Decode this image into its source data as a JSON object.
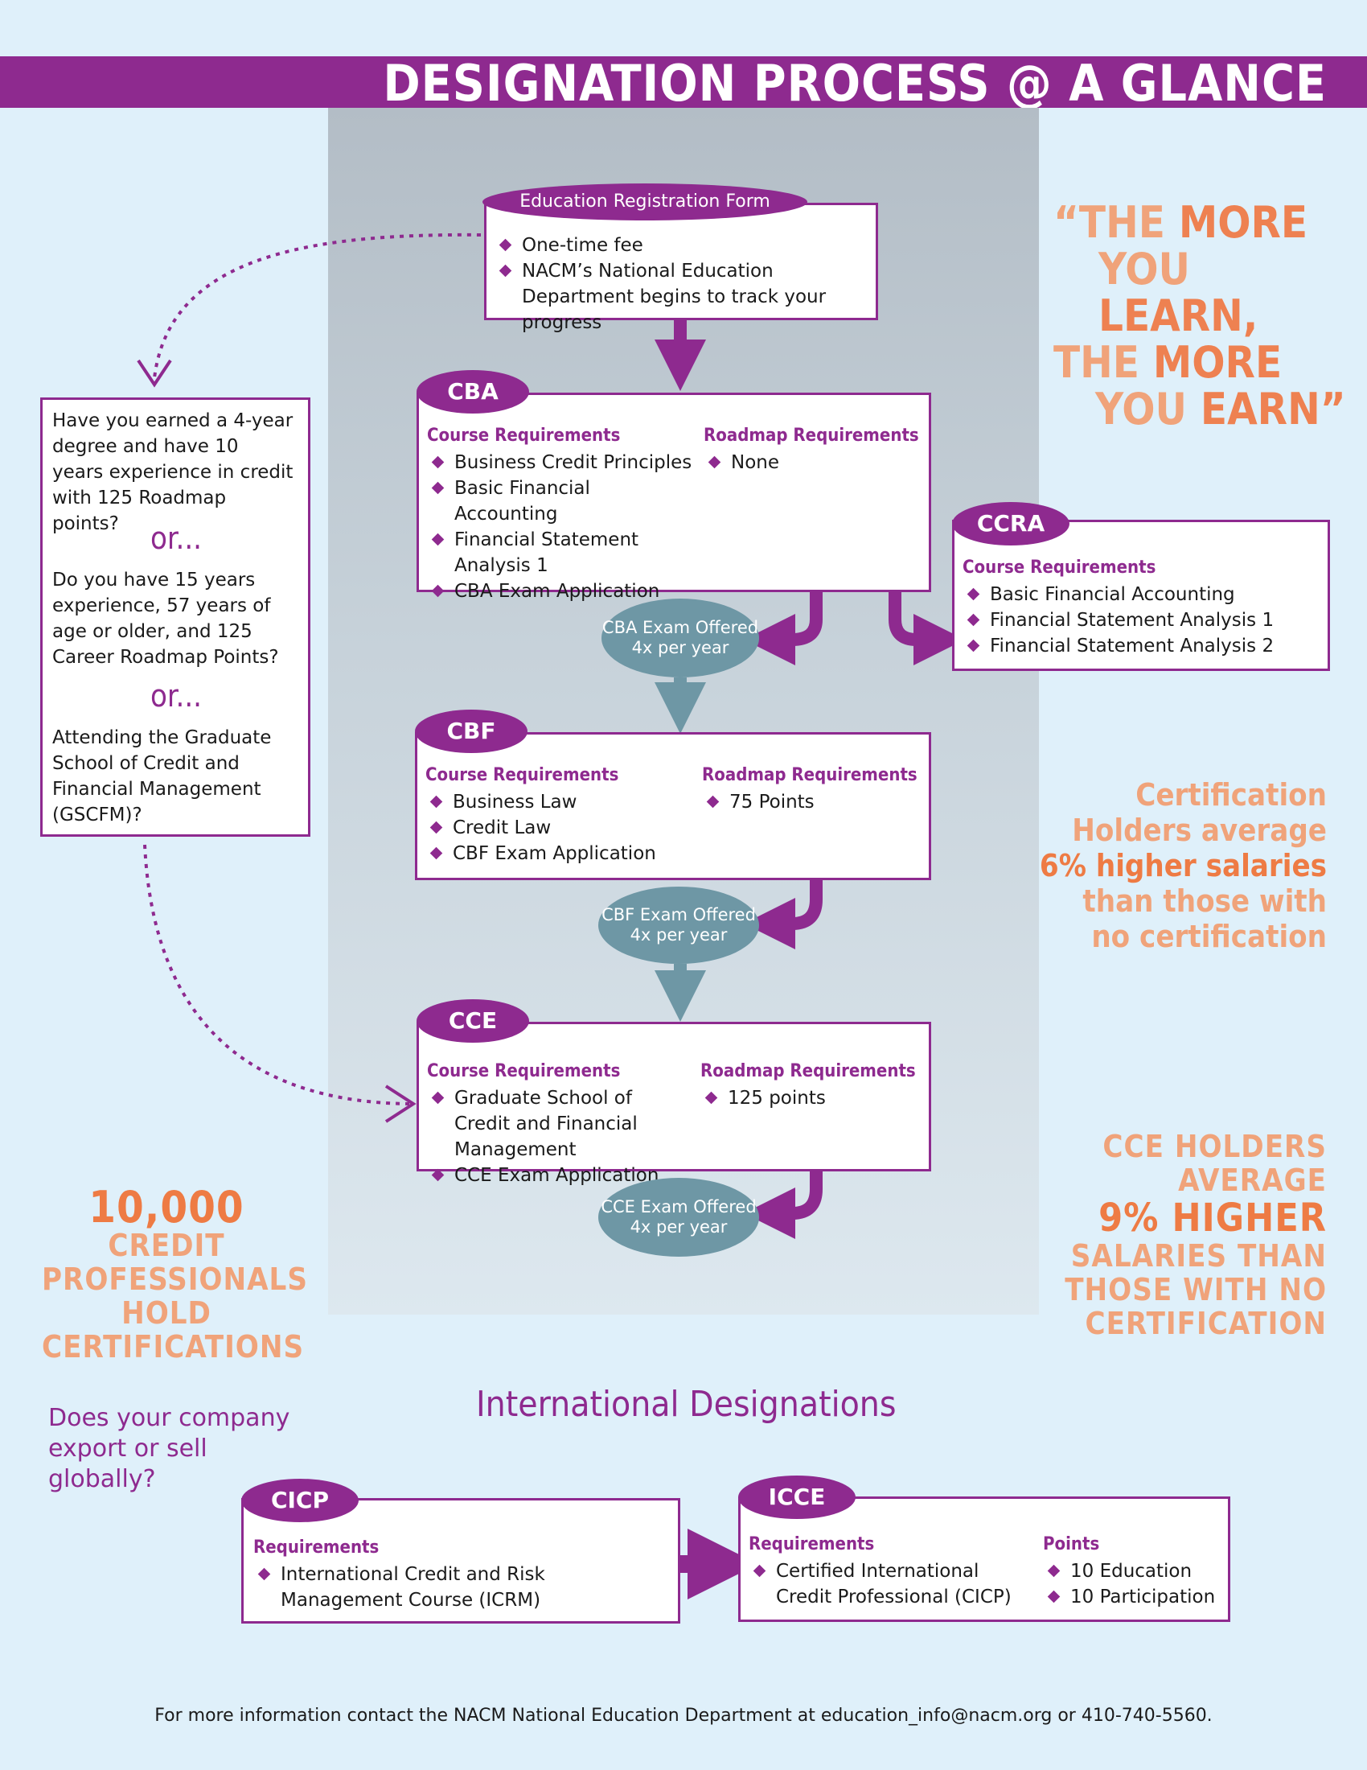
{
  "header": {
    "title": "DESIGNATION PROCESS @ A GLANCE"
  },
  "registration": {
    "label": "Education Registration Form",
    "items": [
      "One-time fee",
      "NACM’s National Education Department begins to track your progress"
    ]
  },
  "cba": {
    "label": "CBA",
    "course_head": "Course Requirements",
    "roadmap_head": "Roadmap Requirements",
    "courses": [
      "Business Credit Principles",
      "Basic Financial Accounting",
      "Financial Statement Analysis 1",
      "CBA Exam Application"
    ],
    "roadmap": [
      "None"
    ],
    "exam": "CBA Exam Offered 4x per year"
  },
  "ccra": {
    "label": "CCRA",
    "course_head": "Course Requirements",
    "courses": [
      "Basic Financial Accounting",
      "Financial Statement Analysis 1",
      "Financial Statement Analysis 2"
    ]
  },
  "cbf": {
    "label": "CBF",
    "course_head": "Course Requirements",
    "roadmap_head": "Roadmap Requirements",
    "courses": [
      "Business Law",
      "Credit Law",
      "CBF Exam Application"
    ],
    "roadmap": [
      "75 Points"
    ],
    "exam": "CBF Exam Offered 4x per year"
  },
  "cce": {
    "label": "CCE",
    "course_head": "Course Requirements",
    "roadmap_head": "Roadmap Requirements",
    "courses": [
      "Graduate School of Credit and Financial Management",
      "CCE Exam Application"
    ],
    "roadmap": [
      "125 points"
    ],
    "exam": "CCE Exam Offered 4x per year"
  },
  "left_box": {
    "q1": "Have you earned a 4-year degree and have 10 years experience in credit with 125 Roadmap points?",
    "or1": "or...",
    "q2": "Do you have 15 years experience, 57 years of age or older, and 125 Career Roadmap Points?",
    "or2": "or...",
    "q3": "Attending the Graduate School of Credit and Financial Management (GSCFM)?"
  },
  "quote": {
    "q_open": "“THE ",
    "more1": "MORE",
    "you1": "YOU ",
    "learn": "LEARN,",
    "the2": "THE ",
    "more2": "MORE",
    "you2": "YOU ",
    "earn": "EARN”"
  },
  "stat_right1": {
    "l1": "Certification",
    "l2": "Holders average",
    "hl": "6% higher salaries",
    "l4": "than those with",
    "l5": "no certification"
  },
  "stat_right2": {
    "l1": "CCE HOLDERS",
    "l2": "AVERAGE",
    "hl": "9% HIGHER",
    "l4": "SALARIES THAN",
    "l5": "THOSE WITH NO",
    "l6": "CERTIFICATION"
  },
  "stat_left": {
    "hl": "10,000",
    "l1": " CREDIT",
    "l2": "PROFESSIONALS",
    "l3": "HOLD",
    "l4": "CERTIFICATIONS"
  },
  "international": {
    "title": "International Designations",
    "question": "Does your company export or sell globally?",
    "cicp": {
      "label": "CICP",
      "req_head": "Requirements",
      "items": [
        "International Credit and Risk Management Course (ICRM)"
      ]
    },
    "icce": {
      "label": "ICCE",
      "req_head": "Requirements",
      "points_head": "Points",
      "items": [
        "Certified International Credit Professional (CICP)"
      ],
      "points": [
        "10 Education",
        "10 Participation"
      ]
    }
  },
  "footer": {
    "text": "For more information contact the NACM National Education Department at education_info@nacm.org or 410-740-5560."
  },
  "colors": {
    "purple": "#8e2a8f",
    "teal": "#6e97a5",
    "orange": "#ee8151",
    "light_orange": "#f0a37a",
    "background": "#dff0fa"
  }
}
